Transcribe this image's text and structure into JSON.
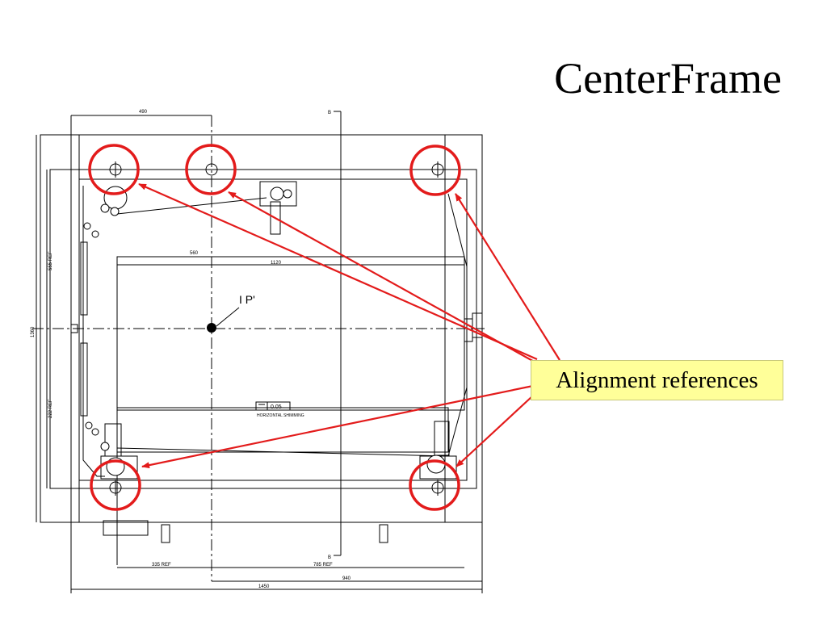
{
  "slide": {
    "title": "CenterFrame",
    "callout": "Alignment references"
  },
  "drawing_labels": {
    "dim_top": "490",
    "dim_left_upper": "555 REF",
    "dim_left_lower": "222 REF",
    "dim_left_total": "1360",
    "dim_inner_560": "560",
    "dim_inner_1120": "1120",
    "ip_label": "I P'",
    "section_mark_top": "B",
    "section_mark_bottom": "B",
    "flatness_value": "0.05",
    "flatness_note": "HORIZONTAL SHIMMING",
    "dim_bottom_335": "335 REF",
    "dim_bottom_785": "785 REF",
    "dim_bottom_940": "940",
    "dim_bottom_1450": "1450"
  },
  "colors": {
    "highlight_circle": "#e31b1b",
    "arrow": "#e31b1b",
    "callout_bg": "#ffff99",
    "drawing_line": "#000000"
  }
}
